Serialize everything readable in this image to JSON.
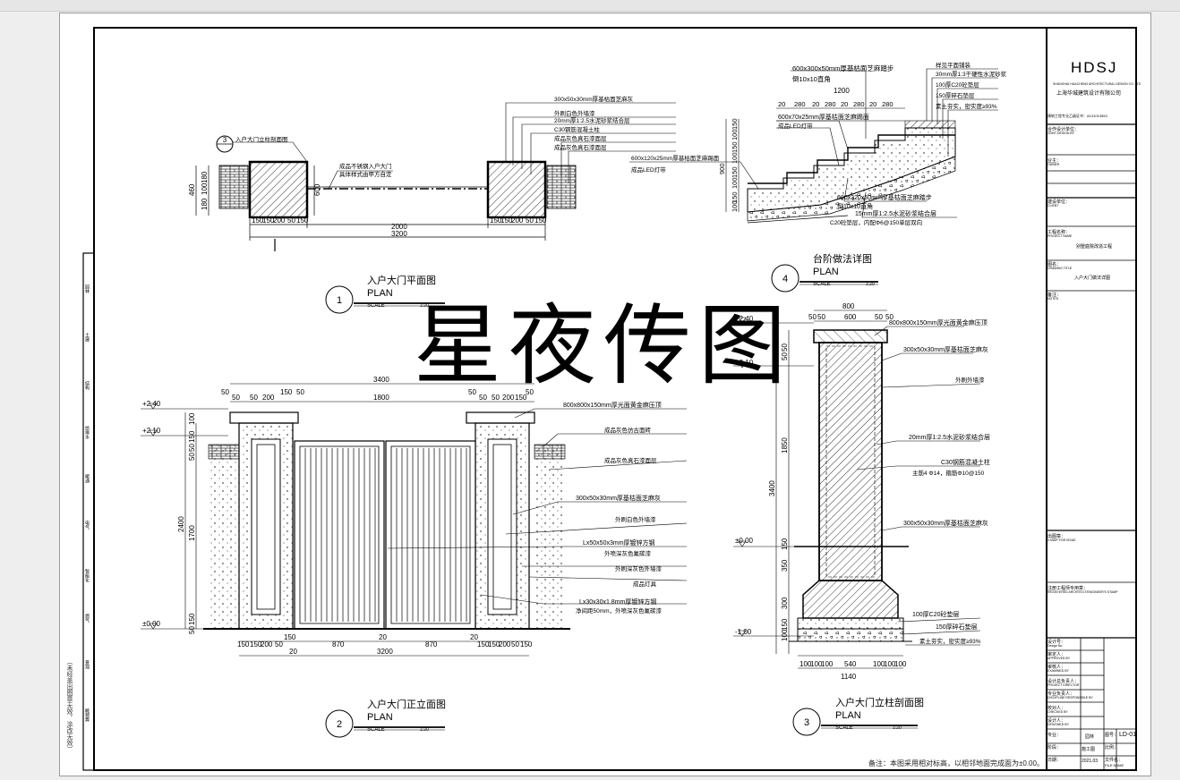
{
  "watermark": "星夜传图",
  "note": "备注：本图采用相对标高，以相邻地面完成面为±0.00。",
  "title_block": {
    "company_logo": "HDSJ",
    "company_en": "SHANGHAI HUACHENG ARCHITECTURAL DESIGN CO.,LTD",
    "company_cn": "上海华城建筑设计有限公司",
    "certificate": "建筑工程专业乙级证书：A131013553",
    "rows": [
      {
        "label": "合作设计单位：",
        "sub": "JOINT DESIGN BY",
        "value": ""
      },
      {
        "label": "业主：",
        "sub": "OWNER",
        "value": ""
      },
      {
        "label": "建设单位：",
        "sub": "CLIENT",
        "value": ""
      },
      {
        "label": "工程名称：",
        "sub": "PROJECT NAME",
        "value": "别墅庭院改造工程"
      },
      {
        "label": "图名：",
        "sub": "DRAWING TITLE",
        "value": "入户大门做法详图"
      },
      {
        "label": "备注：",
        "sub": "NOTES",
        "value": ""
      }
    ],
    "stamp_label": "出图章：",
    "stamp_sub": "STAMP FOR ISSUE",
    "reg_label": "注册工程师专用章：",
    "reg_sub": "REGISTERED ARCHITECT/ENGINEER'S STAMP",
    "sign_rows": [
      {
        "label": "设计号：",
        "sub": "Design No."
      },
      {
        "label": "审定人：",
        "sub": "APPROVED BY"
      },
      {
        "label": "审核人：",
        "sub": "EXAMINED BY"
      },
      {
        "label": "设计总负责人：",
        "sub": "PROJECT DIRECTOR"
      },
      {
        "label": "专业负责人：",
        "sub": "DISCIPLINE RESPONSIBLE BY"
      },
      {
        "label": "校对人：",
        "sub": "CHECKED BY"
      },
      {
        "label": "设计人：",
        "sub": "DESIGNED BY"
      }
    ],
    "bottom": {
      "l1": "专业：",
      "v1": "园林",
      "l2": "图号：",
      "v2": "LD-01",
      "l3": "阶段：",
      "v3": "施工图",
      "l4": "比例：",
      "v4": "",
      "l5": "日期：",
      "v5": "2021.03",
      "l6": "文件名：",
      "v6": "FILE NAME"
    }
  },
  "left_strip": {
    "rows": [
      "园林",
      "土建",
      "结构",
      "给排水",
      "暖通",
      "电气",
      "智能化",
      "燃气",
      "景观",
      "概预算"
    ],
    "vertical_note": "（未经盖出图章无效，涂改无效）"
  },
  "views": {
    "plan": {
      "num": "1",
      "cn": "入户大门平面图",
      "en": "PLAN",
      "scale": "SCALE",
      "ratio": "1:20",
      "callout_num": "3",
      "callout_text": "入户大门立柱剖面图",
      "notes": [
        "300x50x30mm厚基枯面芝麻灰",
        "外刷白色外墙漆",
        "20mm厚1:2.5水泥砂浆结合层",
        "C30钢筋混凝土柱",
        "成品灰色真石漆面层",
        "成品灰色真石漆面层"
      ],
      "gate_note1": "成品不锈钢入户大门",
      "gate_note2": "具体样式由甲方自定",
      "dims_top": [
        "150",
        "150",
        "200",
        "50",
        "150"
      ],
      "dim_mid": "2000",
      "dim_total": "3200",
      "dims_left": [
        "460",
        "180",
        "100",
        "180"
      ],
      "dim_right": "600"
    },
    "step": {
      "num": "4",
      "cn": "台阶做法详图",
      "en": "PLAN",
      "scale": "SCALE",
      "ratio": "1:20",
      "notes_top": [
        "600x300x50mm厚基枯面芝麻踏步",
        "倒10x10直角"
      ],
      "dim_1200": "1200",
      "dims_280": [
        "20",
        "280",
        "20",
        "280",
        "20",
        "280",
        "20",
        "280"
      ],
      "note_600x70": "600x70x25mm厚基枯面芝麻踢面",
      "note_led": "成品LED灯带",
      "note_left": "600x120x25mm厚基枯面芝麻踢面",
      "note_left2": "成品LED灯带",
      "notes_right": [
        "样见平面铺装",
        "30mm厚1:3干硬性水泥砂浆",
        "100厚C20砼垫层",
        "150厚碎石垫层",
        "素土夯实，密实度≥93%"
      ],
      "notes_bottom": [
        "600x320x50mm厚基枯面芝麻踏步",
        "倒10x10直角",
        "15mm厚1:2.5水泥砂浆结合层",
        "C20砼垫层，内配Φ6@150单层双向"
      ],
      "dims_left": [
        "150",
        "100",
        "150",
        "100",
        "150",
        "100",
        "150",
        "100"
      ],
      "dim_900": "900"
    },
    "elevation": {
      "num": "2",
      "cn": "入户大门正立面图",
      "en": "PLAN",
      "scale": "SCALE",
      "ratio": "1:20",
      "levels": [
        "+2.40",
        "+2.10",
        "±0.00"
      ],
      "dim_3400": "3400",
      "dim_1800": "1800",
      "dims_top": [
        "50",
        "50",
        "50",
        "200",
        "150",
        "50"
      ],
      "dims_left": [
        "2400",
        "1700",
        "100",
        "150",
        "50",
        "50",
        "150",
        "50"
      ],
      "dims_bottom": [
        "150",
        "150",
        "200",
        "50",
        "150",
        "870",
        "20",
        "870",
        "20",
        "150",
        "150",
        "200",
        "50",
        "150"
      ],
      "dim_20": "20",
      "dim_3200": "3200",
      "notes": [
        "800x800x150mm厚光面黄金麻压顶",
        "成品灰色仿古面砖",
        "成品灰色真石漆面层",
        "300x50x30mm厚基枯面芝麻灰",
        "外刷白色外墙漆",
        "Lx50x50x3mm厚镀锌方钢",
        "外喷深灰色氟碳漆",
        "外刷深灰色外墙漆",
        "成品灯具",
        "Lx30x30x1.8mm厚镀锌方钢",
        "净间距50mm，外喷深灰色氟碳漆"
      ]
    },
    "section": {
      "num": "3",
      "cn": "入户大门立柱剖面图",
      "en": "PLAN",
      "scale": "SCALE",
      "ratio": "1:20",
      "levels": [
        "+2.40",
        "+2.10",
        "±0.00",
        "-1.00"
      ],
      "dim_800": "800",
      "dims_top": [
        "50",
        "50",
        "600",
        "50",
        "50"
      ],
      "dims_left": [
        "3400",
        "1850",
        "150",
        "350",
        "300",
        "150",
        "100",
        "50",
        "50"
      ],
      "dims_bottom": [
        "100",
        "100",
        "100",
        "540",
        "100",
        "100",
        "100"
      ],
      "dim_1140": "1140",
      "notes": [
        "800x800x150mm厚光面黄金麻压顶",
        "300x50x30mm厚基枯面芝麻灰",
        "外刷外墙漆",
        "20mm厚1:2.5水泥砂浆结合层",
        "C30钢筋混凝土柱",
        "主筋4 Φ14，箍筋Φ10@150",
        "300x50x30mm厚基枯面芝麻灰",
        "100厚C20砼垫层",
        "150厚碎石垫层",
        "素土夯实，密实度≥93%"
      ]
    }
  }
}
